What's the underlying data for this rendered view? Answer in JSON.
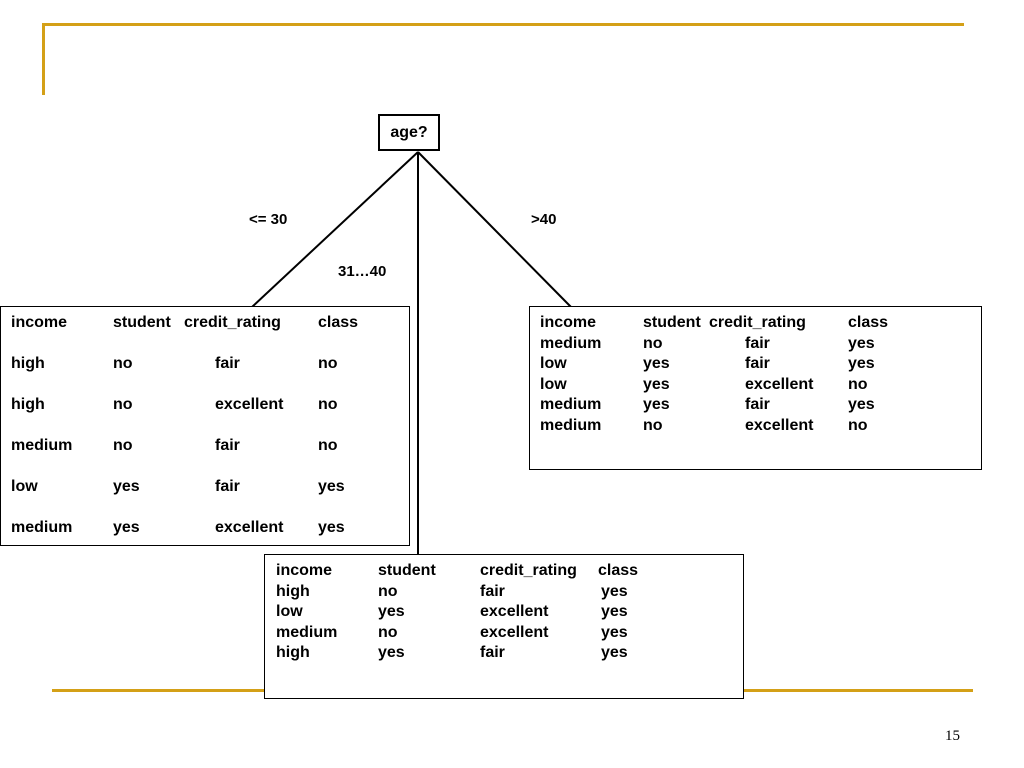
{
  "root": {
    "label": "age?"
  },
  "branches": {
    "left": "<= 30",
    "middle": "31…40",
    "right": ">40"
  },
  "tables": {
    "left": {
      "header": [
        "income",
        "student",
        "credit_rating",
        "class"
      ],
      "rows": [
        [
          "high",
          "no",
          "fair",
          "no"
        ],
        [
          "high",
          "no",
          "excellent",
          "no"
        ],
        [
          "medium",
          "no",
          "fair",
          "no"
        ],
        [
          "low",
          "yes",
          "fair",
          "yes"
        ],
        [
          "medium",
          "yes",
          "excellent",
          "yes"
        ]
      ]
    },
    "right": {
      "header": [
        "income",
        "student",
        "credit_rating",
        "class"
      ],
      "rows": [
        [
          "medium",
          "no",
          "fair",
          "yes"
        ],
        [
          "low",
          "yes",
          "fair",
          "yes"
        ],
        [
          "low",
          "yes",
          "excellent",
          "no"
        ],
        [
          "medium",
          "yes",
          "fair",
          "yes"
        ],
        [
          "medium",
          "no",
          "excellent",
          "no"
        ]
      ]
    },
    "middle": {
      "header": [
        "income",
        "student",
        "credit_rating",
        "class"
      ],
      "rows": [
        [
          "high",
          "no",
          "fair",
          "yes"
        ],
        [
          "low",
          "yes",
          "excellent",
          "yes"
        ],
        [
          "medium",
          "no",
          "excellent",
          "yes"
        ],
        [
          "high",
          "yes",
          "fair",
          "yes"
        ]
      ]
    }
  },
  "page_number": "15",
  "colors": {
    "accent": "#D4A017"
  }
}
